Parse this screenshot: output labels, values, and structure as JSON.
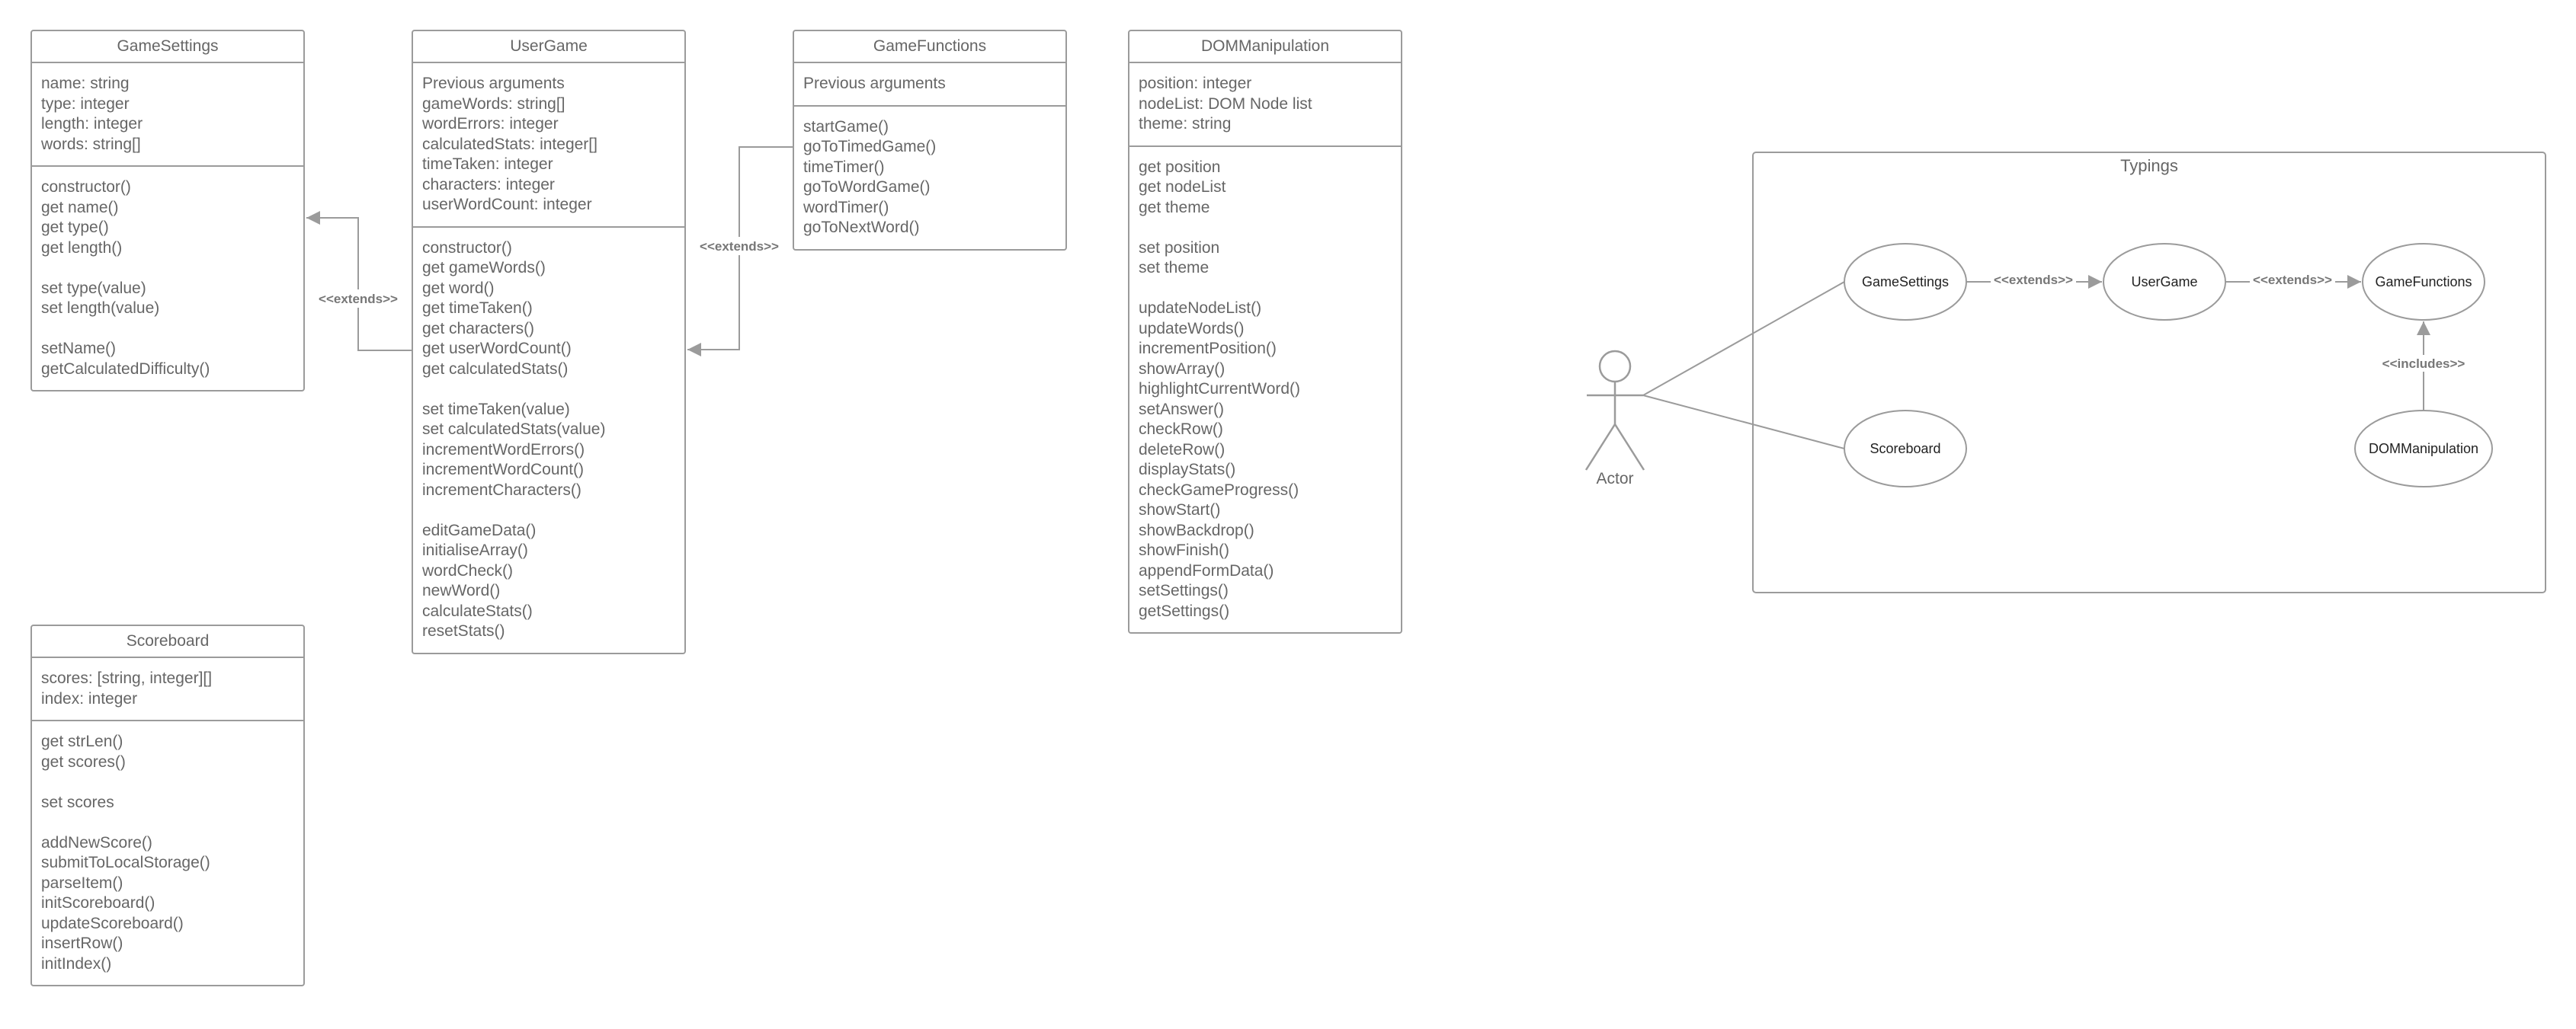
{
  "classes": {
    "game_settings": {
      "title": "GameSettings",
      "attributes": [
        "name: string",
        "type: integer",
        "length: integer",
        "words: string[]"
      ],
      "methods": [
        "constructor()",
        "get name()",
        "get type()",
        "get length()",
        "",
        "set type(value)",
        "set length(value)",
        "",
        "setName()",
        "getCalculatedDifficulty()"
      ]
    },
    "user_game": {
      "title": "UserGame",
      "attributes": [
        "Previous arguments",
        "gameWords: string[]",
        "wordErrors: integer",
        "calculatedStats: integer[]",
        "timeTaken: integer",
        "characters: integer",
        "userWordCount: integer"
      ],
      "methods": [
        "constructor()",
        "get gameWords()",
        "get word()",
        "get timeTaken()",
        "get characters()",
        "get userWordCount()",
        "get calculatedStats()",
        "",
        "set timeTaken(value)",
        "set calculatedStats(value)",
        "incrementWordErrors()",
        "incrementWordCount()",
        "incrementCharacters()",
        "",
        "editGameData()",
        "initialiseArray()",
        "wordCheck()",
        "newWord()",
        "calculateStats()",
        "resetStats()"
      ]
    },
    "game_functions": {
      "title": "GameFunctions",
      "attributes": [
        "Previous arguments"
      ],
      "methods": [
        "startGame()",
        "goToTimedGame()",
        "timeTimer()",
        "goToWordGame()",
        "wordTimer()",
        "goToNextWord()"
      ]
    },
    "dom_manipulation": {
      "title": "DOMManipulation",
      "attributes": [
        "position: integer",
        "nodeList: DOM Node list",
        "theme: string"
      ],
      "methods": [
        "get position",
        "get nodeList",
        "get theme",
        "",
        "set position",
        "set theme",
        "",
        "updateNodeList()",
        "updateWords()",
        "incrementPosition()",
        "showArray()",
        "highlightCurrentWord()",
        "setAnswer()",
        "checkRow()",
        "deleteRow()",
        "displayStats()",
        "checkGameProgress()",
        "showStart()",
        "showBackdrop()",
        "showFinish()",
        "appendFormData()",
        "setSettings()",
        "getSettings()"
      ]
    },
    "scoreboard": {
      "title": "Scoreboard",
      "attributes": [
        "scores: [string, integer][]",
        "index: integer"
      ],
      "methods": [
        "get strLen()",
        "get scores()",
        "",
        "set scores",
        "",
        "addNewScore()",
        "submitToLocalStorage()",
        "parseItem()",
        "initScoreboard()",
        "updateScoreboard()",
        "insertRow()",
        "initIndex()"
      ]
    }
  },
  "class_relations": {
    "user_game_to_game_settings": "<<extends>>",
    "game_functions_to_user_game": "<<extends>>"
  },
  "use_case": {
    "system_title": "Typings",
    "actor": "Actor",
    "cases": {
      "game_settings": "GameSettings",
      "user_game": "UserGame",
      "game_functions": "GameFunctions",
      "scoreboard": "Scoreboard",
      "dom_manipulation": "DOMManipulation"
    },
    "relations": {
      "settings_to_usergame": "<<extends>>",
      "usergame_to_functions": "<<extends>>",
      "dom_to_functions": "<<includes>>"
    }
  },
  "colors": {
    "stroke": "#9b9b9b",
    "text": "#666666"
  }
}
